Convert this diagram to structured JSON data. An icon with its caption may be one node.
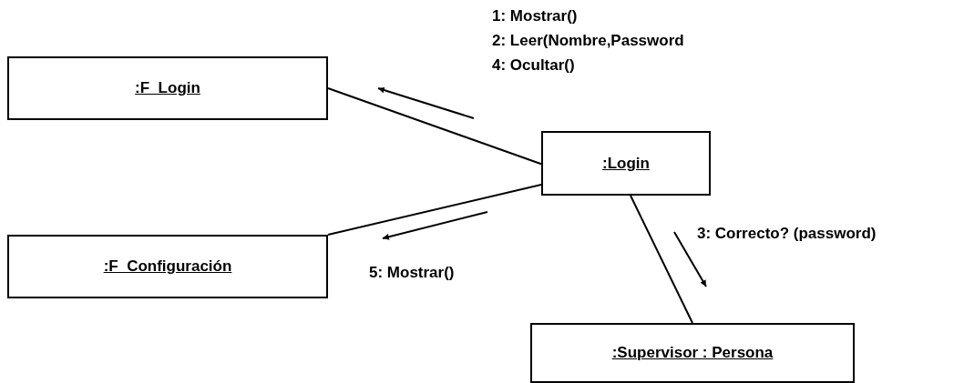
{
  "diagram": {
    "nodes": [
      {
        "text": [
          ":F_Login"
        ]
      },
      {
        "text": [
          ":F_Configuración"
        ]
      },
      {
        "text": [
          ":Login"
        ]
      },
      {
        "text": [
          ":Supervisor : Persona"
        ]
      }
    ],
    "edges": [
      {
        "from": 2,
        "to": 0,
        "arrow": "none"
      },
      {
        "from": 2,
        "to": 1,
        "arrow": "none"
      },
      {
        "from": 2,
        "to": 3,
        "arrow": "none"
      }
    ],
    "labels": [
      "1: Mostrar()",
      "2: Leer(Nombre,Password",
      "4: Ocultar()",
      "5: Mostrar()",
      "3: Correcto? (password)"
    ]
  }
}
